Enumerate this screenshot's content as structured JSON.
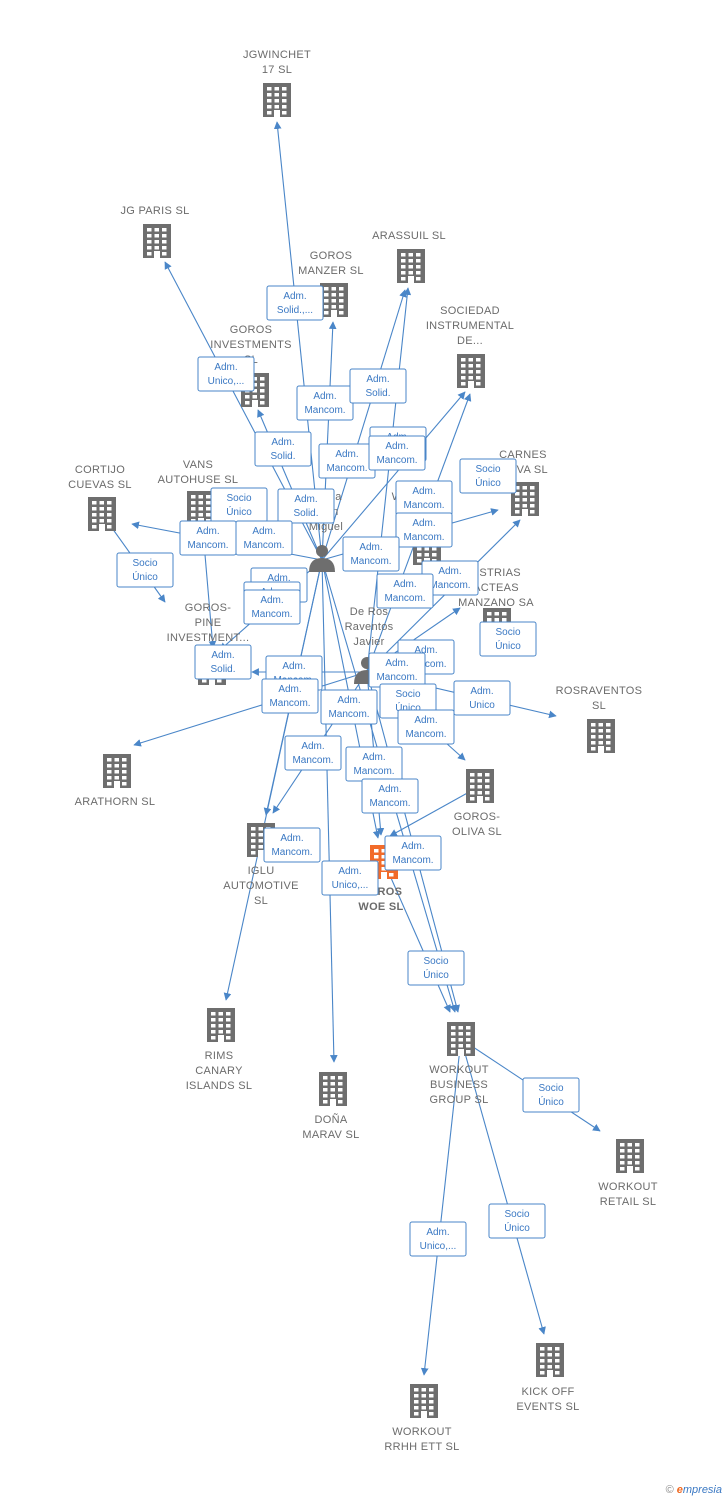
{
  "diagram": {
    "nodes": [
      {
        "id": "jgwinchet",
        "type": "company",
        "lines": [
          "JGWINCHET",
          "17  SL"
        ]
      },
      {
        "id": "jgparis",
        "type": "company",
        "lines": [
          "JG PARIS  SL"
        ]
      },
      {
        "id": "arassuil",
        "type": "company",
        "lines": [
          "ARASSUIL  SL"
        ]
      },
      {
        "id": "gorosmanzer",
        "type": "company",
        "lines": [
          "GOROS",
          "MANZER  SL"
        ]
      },
      {
        "id": "sociedad",
        "type": "company",
        "lines": [
          "SOCIEDAD",
          "INSTRUMENTAL",
          "DE..."
        ]
      },
      {
        "id": "gorosinv",
        "type": "company",
        "lines": [
          "GOROS",
          "INVESTMENTS",
          "SL"
        ]
      },
      {
        "id": "carnes",
        "type": "company",
        "lines": [
          "CARNES",
          "OLIVA SL"
        ]
      },
      {
        "id": "cortijo",
        "type": "company",
        "lines": [
          "CORTIJO",
          "CUEVAS SL"
        ]
      },
      {
        "id": "vans",
        "type": "company",
        "lines": [
          "VANS",
          "AUTOHUSE  SL"
        ]
      },
      {
        "id": "wcompany",
        "type": "company",
        "lines": [
          "W"
        ]
      },
      {
        "id": "industrias",
        "type": "company",
        "lines": [
          "USTRIAS",
          "ACTEAS",
          "MANZANO SA"
        ]
      },
      {
        "id": "gorospine",
        "type": "company",
        "lines": [
          "GOROS-",
          "PINE",
          "INVESTMENT..."
        ]
      },
      {
        "id": "rosraventos",
        "type": "company",
        "lines": [
          "ROSRAVENTOS",
          "SL"
        ]
      },
      {
        "id": "arathorn",
        "type": "company",
        "lines": [
          "ARATHORN  SL"
        ]
      },
      {
        "id": "gorosoliva",
        "type": "company",
        "lines": [
          "GOROS-",
          "OLIVA  SL"
        ]
      },
      {
        "id": "iglu",
        "type": "company",
        "lines": [
          "IGLU",
          "AUTOMOTIVE",
          "SL"
        ]
      },
      {
        "id": "goroswoe",
        "type": "company-main",
        "lines": [
          "GOROS",
          "WOE  SL"
        ]
      },
      {
        "id": "rims",
        "type": "company",
        "lines": [
          "RIMS",
          "CANARY",
          "ISLANDS  SL"
        ]
      },
      {
        "id": "workoutbg",
        "type": "company",
        "lines": [
          "WORKOUT",
          "BUSINESS",
          "GROUP  SL"
        ]
      },
      {
        "id": "donamarav",
        "type": "company",
        "lines": [
          "DOÑA",
          "MARAV  SL"
        ]
      },
      {
        "id": "workoutretail",
        "type": "company",
        "lines": [
          "WORKOUT",
          "RETAIL  SL"
        ]
      },
      {
        "id": "kickoff",
        "type": "company",
        "lines": [
          "KICK OFF",
          "EVENTS SL"
        ]
      },
      {
        "id": "workoutrrhh",
        "type": "company",
        "lines": [
          "WORKOUT",
          "RRHH ETT  SL"
        ]
      },
      {
        "id": "person1",
        "type": "person",
        "lines": [
          "echea",
          "Juan",
          "Miguel"
        ]
      },
      {
        "id": "person2",
        "type": "person",
        "lines": [
          "De Ros",
          "Raventos",
          "Javier"
        ]
      }
    ],
    "relations": [
      {
        "lines": [
          "Adm.",
          "Solid.,..."
        ]
      },
      {
        "lines": [
          "Adm.",
          "Unico,..."
        ]
      },
      {
        "lines": [
          "Adm.",
          "Mancom."
        ]
      },
      {
        "lines": [
          "Adm.",
          "Solid."
        ]
      },
      {
        "lines": [
          "Adm.",
          "Solid."
        ]
      },
      {
        "lines": [
          "Adm.",
          "Mancom."
        ]
      },
      {
        "lines": [
          "Adm.",
          "Solid."
        ]
      },
      {
        "lines": [
          "Adm.",
          "Mancom."
        ]
      },
      {
        "lines": [
          "Socio",
          "Único"
        ]
      },
      {
        "lines": [
          "Socio",
          "Único"
        ]
      },
      {
        "lines": [
          "Adm.",
          "Solid."
        ]
      },
      {
        "lines": [
          "Adm.",
          "Mancom."
        ]
      },
      {
        "lines": [
          "Adm.",
          "Mancom."
        ]
      },
      {
        "lines": [
          "Adm.",
          "Mancom."
        ]
      },
      {
        "lines": [
          "Adm.",
          "Mancom."
        ]
      },
      {
        "lines": [
          "Socio",
          "Único"
        ]
      },
      {
        "lines": [
          "Adm.",
          "Mancom."
        ]
      },
      {
        "lines": [
          "Adm.",
          "Mancom."
        ]
      },
      {
        "lines": [
          "Adm.",
          "Mancom."
        ]
      },
      {
        "lines": [
          "Adm.",
          "Mancom."
        ]
      },
      {
        "lines": [
          "Adm.",
          "Mancom."
        ]
      },
      {
        "lines": [
          "Socio",
          "Único"
        ]
      },
      {
        "lines": [
          "Adm.",
          "Solid."
        ]
      },
      {
        "lines": [
          "Adm.",
          "Mancom."
        ]
      },
      {
        "lines": [
          "Adm.",
          "Mancom."
        ]
      },
      {
        "lines": [
          "Adm.",
          "Mancom."
        ]
      },
      {
        "lines": [
          "Adm.",
          "Mancom."
        ]
      },
      {
        "lines": [
          "Socio",
          "Único"
        ]
      },
      {
        "lines": [
          "Adm.",
          "Unico"
        ]
      },
      {
        "lines": [
          "Adm.",
          "Mancom."
        ]
      },
      {
        "lines": [
          "Adm.",
          "Mancom."
        ]
      },
      {
        "lines": [
          "Adm.",
          "Mancom."
        ]
      },
      {
        "lines": [
          "Adm.",
          "Mancom."
        ]
      },
      {
        "lines": [
          "Adm.",
          "Mancom."
        ]
      },
      {
        "lines": [
          "Adm.",
          "Mancom."
        ]
      },
      {
        "lines": [
          "Adm.",
          "Mancom."
        ]
      },
      {
        "lines": [
          "Adm.",
          "Unico,..."
        ]
      },
      {
        "lines": [
          "Socio",
          "Único"
        ]
      },
      {
        "lines": [
          "Socio",
          "Único"
        ]
      },
      {
        "lines": [
          "Adm.",
          "Unico,..."
        ]
      },
      {
        "lines": [
          "Socio",
          "Único"
        ]
      },
      {
        "lines": [
          "Adm.",
          "Mancom."
        ]
      }
    ]
  },
  "footer": {
    "copyright": "©",
    "brand_first": "e",
    "brand_rest": "mpresia"
  },
  "colors": {
    "edge": "#4a86c8",
    "building": "#6e6e6e",
    "building_main": "#f26b2a",
    "person": "#6e6e6e",
    "label": "#6b6b6b",
    "relation_text": "#3a78c3"
  }
}
